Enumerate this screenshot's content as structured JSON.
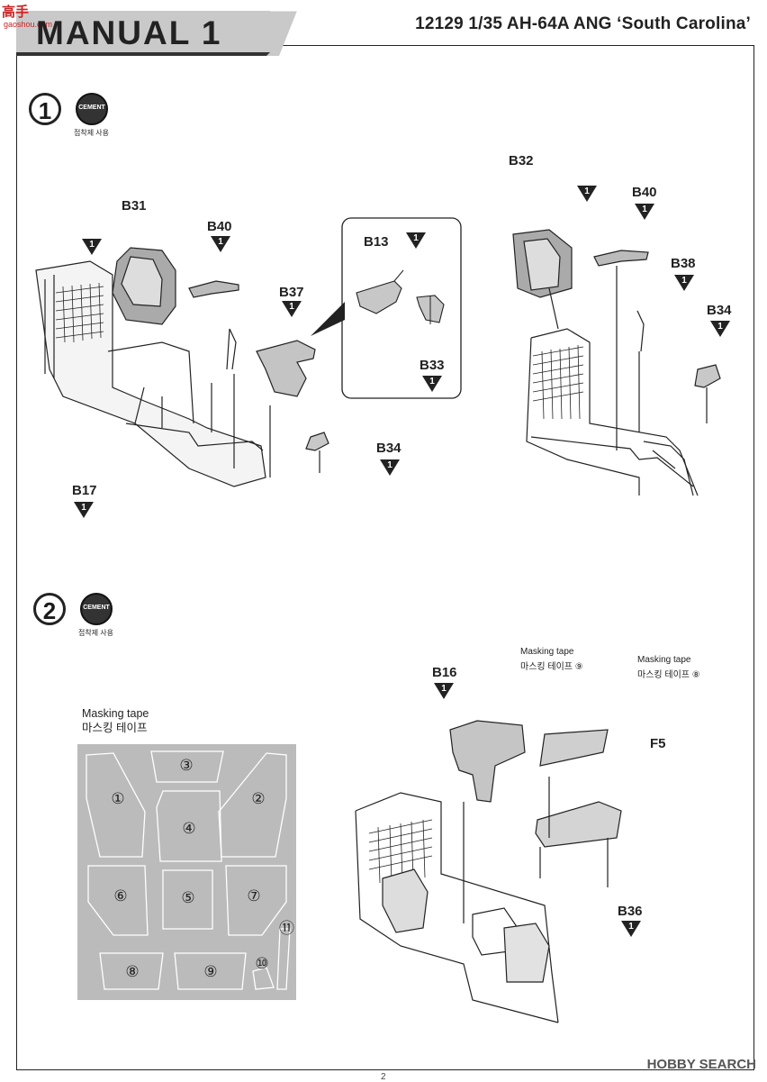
{
  "header": {
    "title": "MANUAL 1",
    "subtitle": "12129 1/35 AH-64A ANG ‘South Carolina’",
    "logo_text": "高手",
    "logo_sub": "gaoshou.com"
  },
  "steps": [
    {
      "number": "1",
      "cement_label": "CEMENT",
      "cement_ko": "접착제 사용"
    },
    {
      "number": "2",
      "cement_label": "CEMENT",
      "cement_ko": "접착제 사용"
    }
  ],
  "step1_parts": {
    "b31": "B31",
    "b40a": "B40",
    "b37": "B37",
    "b13": "B13",
    "b33": "B33",
    "b34a": "B34",
    "b17": "B17",
    "b32": "B32",
    "b40b": "B40",
    "b38": "B38",
    "b34b": "B34"
  },
  "step2_parts": {
    "b16": "B16",
    "f5": "F5",
    "b36": "B36",
    "mask9_en": "Masking tape",
    "mask9_ko": "마스킹 테이프 ⑨",
    "mask8_en": "Masking tape",
    "mask8_ko": "마스킹 테이프 ⑧"
  },
  "qty": "1",
  "masking_sheet": {
    "title_en": "Masking tape",
    "title_ko": "마스킹 테이프",
    "pieces": [
      "①",
      "②",
      "③",
      "④",
      "⑤",
      "⑥",
      "⑦",
      "⑧",
      "⑨",
      "⑩",
      "⑪"
    ]
  },
  "footer": {
    "brand": "HOBBY SEARCH",
    "page": "2"
  }
}
